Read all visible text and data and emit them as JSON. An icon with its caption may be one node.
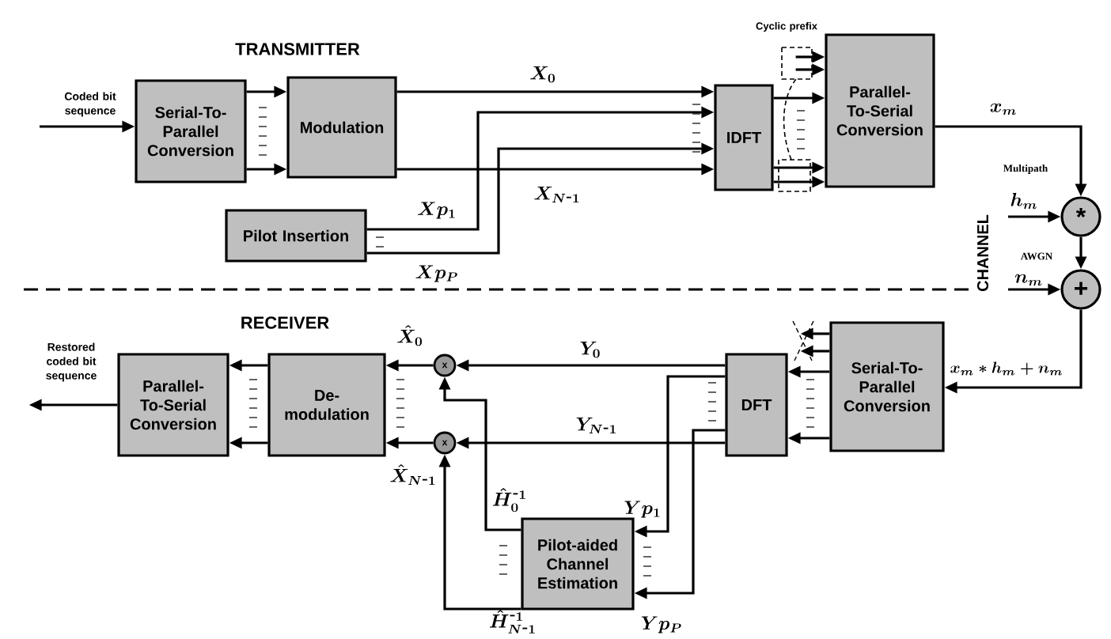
{
  "diagram": {
    "nodes": [
      {
        "text": [
          "Serial-To-Parallel Conversion"
        ]
      },
      {
        "text": [
          "Modulation"
        ]
      },
      {
        "text": [
          "Pilot Insertion"
        ]
      },
      {
        "text": [
          "IDFT"
        ]
      },
      {
        "text": [
          "Parallel-To-Serial Conversion"
        ]
      },
      {
        "text": [
          "*"
        ]
      },
      {
        "text": [
          "+"
        ]
      },
      {
        "text": [
          "Serial-To-Parallel Conversion"
        ]
      },
      {
        "text": [
          "DFT"
        ]
      },
      {
        "text": [
          "x"
        ]
      },
      {
        "text": [
          "x"
        ]
      },
      {
        "text": [
          "De-modulation"
        ]
      },
      {
        "text": [
          "Parallel-To-Serial Conversion"
        ]
      },
      {
        "text": [
          "Pilot-aided Channel Estimation"
        ]
      },
      {
        "text": [
          "Restored coded bit sequence"
        ]
      }
    ],
    "edges": [
      {
        "from": null,
        "to": 0,
        "arrow": "to"
      },
      {
        "from": 0,
        "to": 1,
        "arrow": "to"
      },
      {
        "from": 0,
        "to": 1,
        "arrow": "to"
      },
      {
        "from": 1,
        "to": 3,
        "arrow": "to",
        "label": "X_{0}"
      },
      {
        "from": 1,
        "to": 3,
        "arrow": "to",
        "label": "X_{N\\textrm{-}1}"
      },
      {
        "from": 2,
        "to": 3,
        "arrow": "to",
        "label": "Xp_{1}"
      },
      {
        "from": 2,
        "to": 3,
        "arrow": "to",
        "label": "Xp_{P}"
      },
      {
        "from": 3,
        "to": 4,
        "arrow": "to"
      },
      {
        "from": 3,
        "to": 4,
        "arrow": "to"
      },
      {
        "from": 3,
        "to": 4,
        "arrow": "to"
      },
      {
        "from": 3,
        "to": 4,
        "arrow": "to"
      },
      {
        "from": 3,
        "to": 4,
        "arrow": "to"
      },
      {
        "from": 4,
        "to": 5,
        "arrow": "to",
        "label": "x_{m}"
      },
      {
        "from": null,
        "to": 5,
        "arrow": "to",
        "label": "h_{m}"
      },
      {
        "from": 5,
        "to": 6,
        "arrow": "to"
      },
      {
        "from": null,
        "to": 6,
        "arrow": "to",
        "label": "n_{m}"
      },
      {
        "from": 6,
        "to": 7,
        "arrow": "to",
        "label": "x_{m}*h_{m}+n_{m}"
      },
      {
        "from": 7,
        "to": 8,
        "arrow": "to"
      },
      {
        "from": 7,
        "to": 8,
        "arrow": "to"
      },
      {
        "from": 7,
        "to": 8,
        "arrow": "to"
      },
      {
        "from": 7,
        "to": 8,
        "arrow": "to"
      },
      {
        "from": 8,
        "to": 9,
        "arrow": "to",
        "label": "Y_{0}"
      },
      {
        "from": 8,
        "to": 10,
        "arrow": "to",
        "label": "Y_{N\\textrm{-}1}"
      },
      {
        "from": 8,
        "to": 13,
        "arrow": "to",
        "label": "Yp_{1}"
      },
      {
        "from": 8,
        "to": 13,
        "arrow": "to",
        "label": "Yp_{P}"
      },
      {
        "from": 13,
        "to": 9,
        "arrow": "to",
        "label": "\\hat{H}_{0}^{\\textrm{-}1}"
      },
      {
        "from": 13,
        "to": 10,
        "arrow": "to",
        "label": "\\hat{H}_{N\\textrm{-}1}^{\\textrm{-}1}"
      },
      {
        "from": 9,
        "to": 11,
        "arrow": "to",
        "label": "\\hat{X}_{0}"
      },
      {
        "from": 10,
        "to": 11,
        "arrow": "to",
        "label": "\\hat{X}_{N\\textrm{-}1}"
      },
      {
        "from": 11,
        "to": 12,
        "arrow": "to"
      },
      {
        "from": 11,
        "to": 12,
        "arrow": "to"
      },
      {
        "from": 12,
        "to": 14,
        "arrow": "to"
      }
    ],
    "labels": [
      "TRANSMITTER",
      "Coded bit sequence",
      "Cyclic prefix",
      "Multipath",
      "CHANNEL",
      "AWGN",
      "RECEIVER"
    ]
  }
}
